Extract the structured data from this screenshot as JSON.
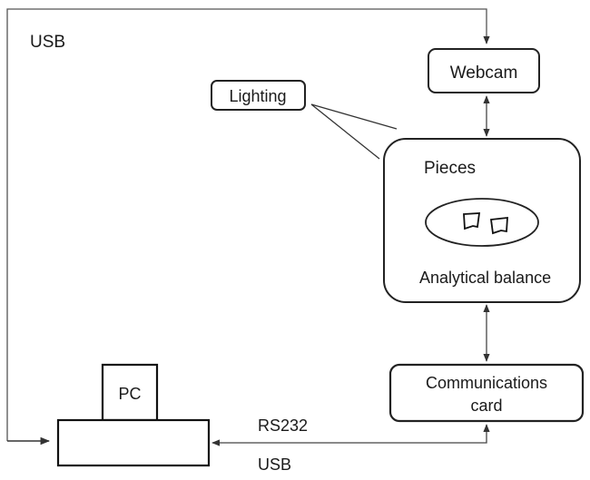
{
  "diagram": {
    "nodes": {
      "webcam": {
        "label": "Webcam"
      },
      "lighting": {
        "label": "Lighting"
      },
      "balance": {
        "title": "Pieces",
        "caption": "Analytical balance"
      },
      "comm_card": {
        "line1": "Communications",
        "line2": "card"
      },
      "pc": {
        "label": "PC"
      }
    },
    "edges": {
      "usb_top": {
        "label": "USB"
      },
      "serial": {
        "label_top": "RS232",
        "label_bottom": "USB"
      }
    },
    "colors": {
      "stroke": "#222222",
      "text": "#1a1a1a"
    }
  }
}
